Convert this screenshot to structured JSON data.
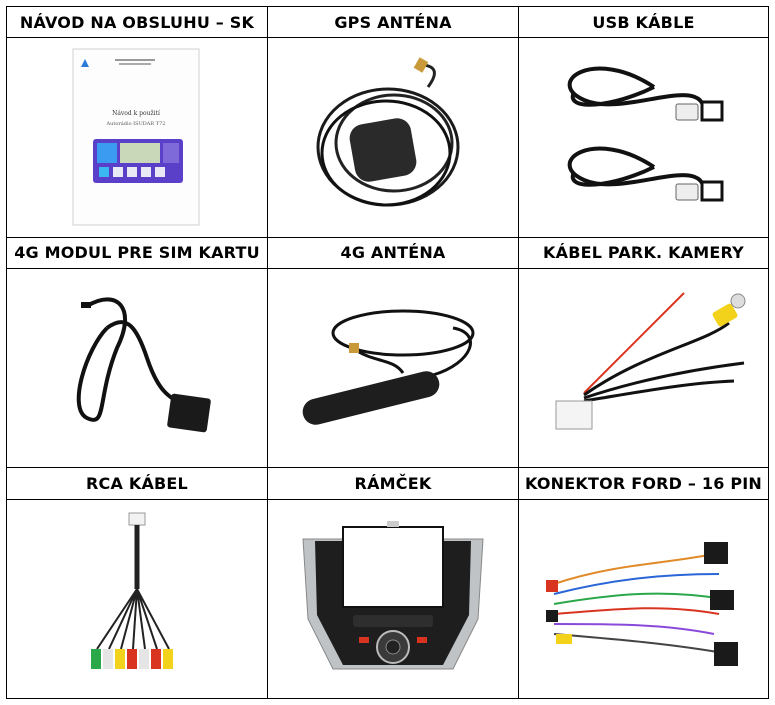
{
  "headers": [
    [
      "NÁVOD NA OBSLUHU – SK",
      "GPS ANTÉNA",
      "USB KÁBLE"
    ],
    [
      "4G MODUL PRE SIM KARTU",
      "4G ANTÉNA",
      "KÁBEL PARK. KAMERY"
    ],
    [
      "RCA KÁBEL",
      "RÁMČEK",
      "KONEKTOR FORD – 16 PIN"
    ]
  ],
  "manual": {
    "title": "Návod k použití",
    "subtitle": "Autorádio ISUDAR T72"
  }
}
